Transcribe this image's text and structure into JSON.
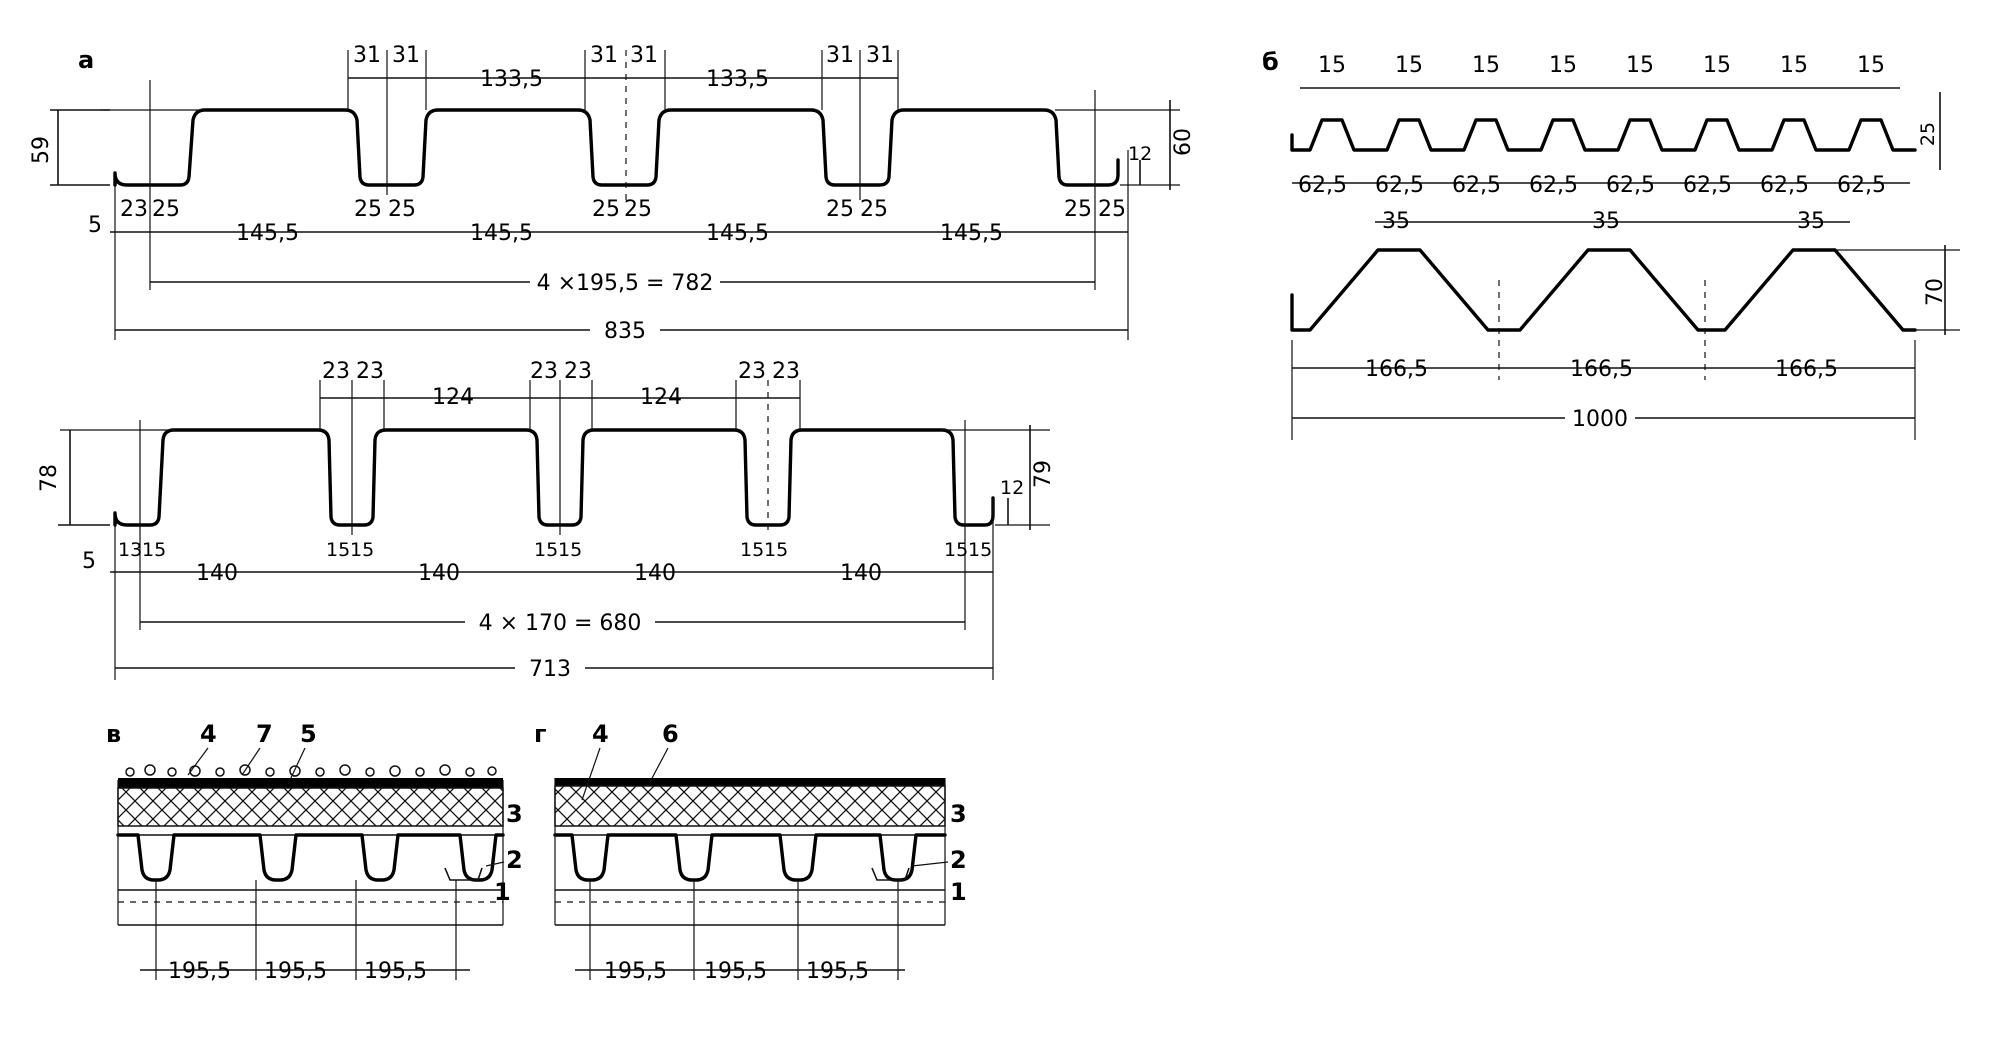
{
  "panel_a": {
    "letter": "а",
    "profile1": {
      "height_left": "59",
      "height_right": "60",
      "lip": "12",
      "edge": "5",
      "top_dims": [
        "31",
        "31",
        "133,5",
        "31",
        "31",
        "133,5",
        "31",
        "31"
      ],
      "bottom_dims": [
        "23",
        "25",
        "145,5",
        "25",
        "25",
        "145,5",
        "25",
        "25",
        "145,5",
        "25",
        "25",
        "145,5",
        "25",
        "25"
      ],
      "pitch_total": "4 ×195,5 = 782",
      "overall": "835"
    },
    "profile2": {
      "height_left": "78",
      "height_right": "79",
      "lip": "12",
      "edge": "5",
      "top_dims": [
        "23",
        "23",
        "124",
        "23",
        "23",
        "124",
        "23",
        "23"
      ],
      "bottom_dims": [
        "13",
        "15",
        "140",
        "15",
        "15",
        "140",
        "15",
        "15",
        "140",
        "15",
        "15",
        "140",
        "15",
        "15"
      ],
      "pitch_total": "4 × 170 = 680",
      "overall": "713"
    }
  },
  "panel_b": {
    "letter": "б",
    "profile1": {
      "top_dims": [
        "15",
        "15",
        "15",
        "15",
        "15",
        "15",
        "15",
        "15"
      ],
      "height": "25",
      "pitches": [
        "62,5",
        "62,5",
        "62,5",
        "62,5",
        "62,5",
        "62,5",
        "62,5",
        "62,5"
      ]
    },
    "profile2": {
      "top_dims": [
        "35",
        "35",
        "35"
      ],
      "height": "70",
      "pitches": [
        "166,5",
        "166,5",
        "166,5"
      ],
      "overall": "1000"
    }
  },
  "panel_v": {
    "letter": "в",
    "callouts": [
      "4",
      "7",
      "5",
      "3",
      "2",
      "1"
    ],
    "pitches": [
      "195,5",
      "195,5",
      "195,5"
    ]
  },
  "panel_g": {
    "letter": "г",
    "callouts": [
      "4",
      "6",
      "3",
      "2",
      "1"
    ],
    "pitches": [
      "195,5",
      "195,5",
      "195,5"
    ]
  }
}
